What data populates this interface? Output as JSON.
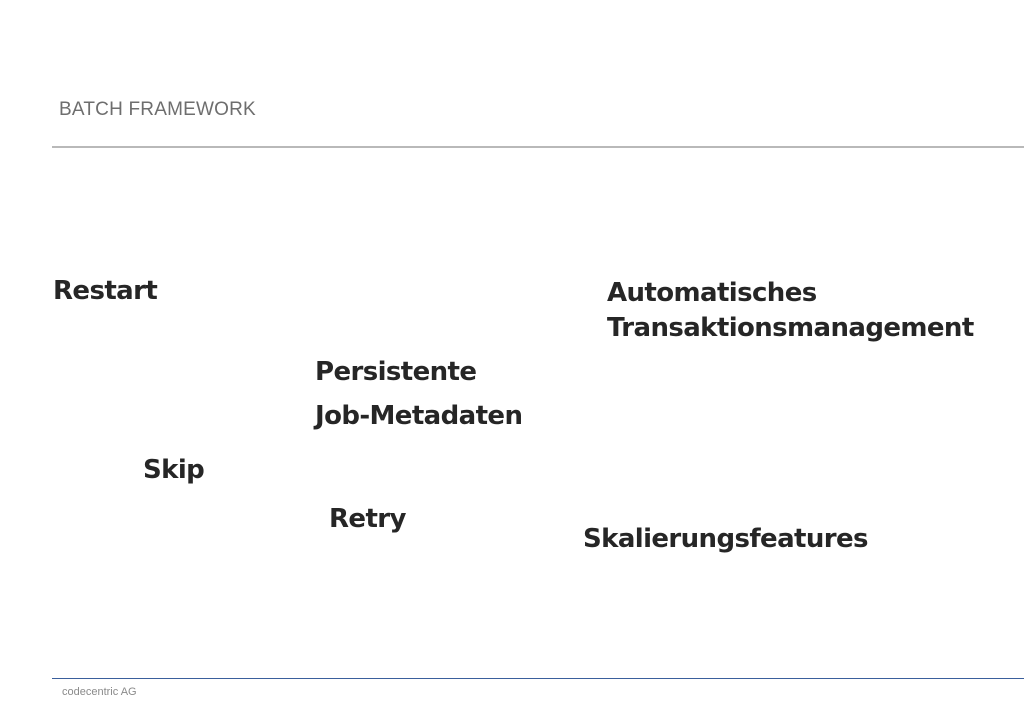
{
  "slide": {
    "header": "BATCH FRAMEWORK",
    "terms": {
      "restart": "Restart",
      "transaction": [
        "Automatisches",
        "Transaktionsmanagement"
      ],
      "metadata": [
        "Persistente",
        "Job-Metadaten"
      ],
      "skip": "Skip",
      "retry": "Retry",
      "scaling": "Skalierungsfeatures"
    },
    "footer": "codecentric AG"
  },
  "colors": {
    "header_text": "#6e6e6e",
    "header_rule": "#b9b9b9",
    "term_text": "#262626",
    "footer_rule": "#3a5f9c",
    "footer_text": "#8a8a8a"
  }
}
